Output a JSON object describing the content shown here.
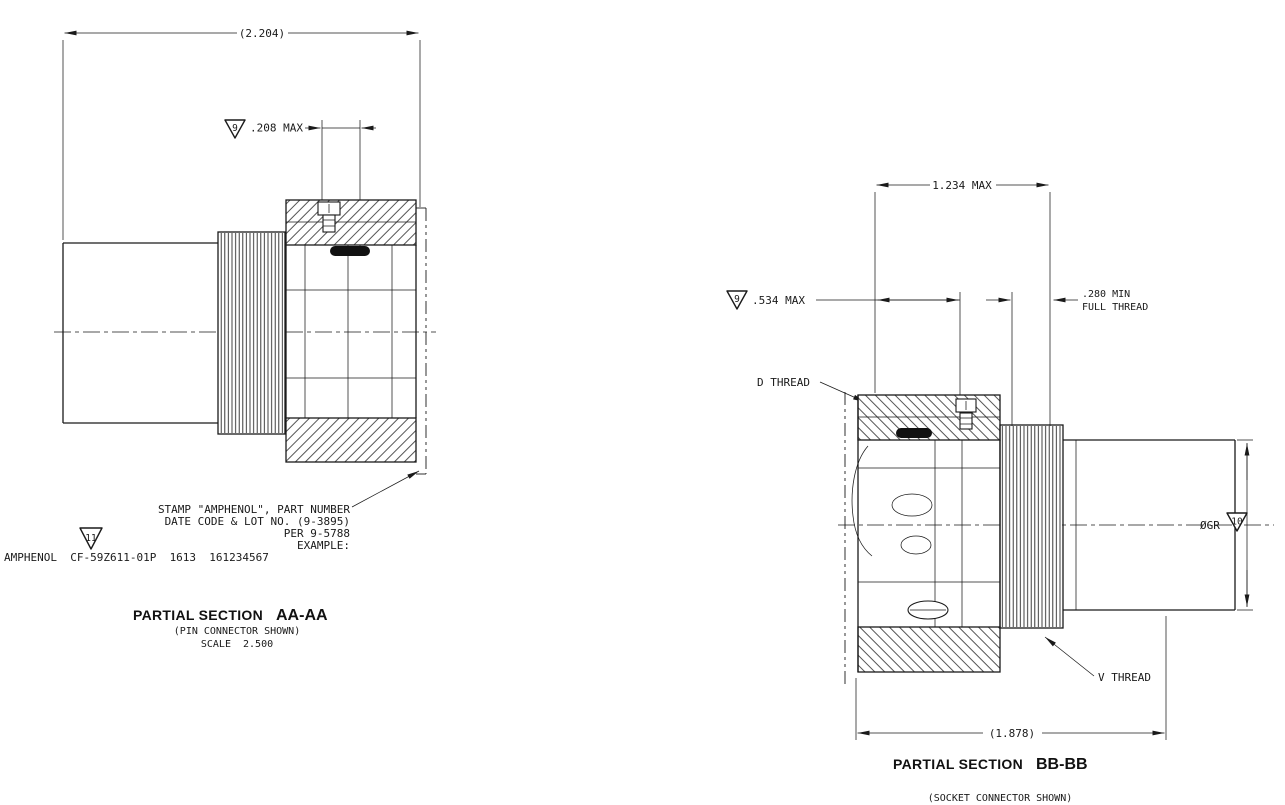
{
  "colors": {
    "line": "#1a1a1a",
    "background": "#ffffff"
  },
  "view_aa": {
    "dim_overall": "(2.204)",
    "flag_9": "9",
    "dim_max_208": ".208 MAX",
    "notes": {
      "line1": "STAMP \"AMPHENOL\", PART NUMBER",
      "line2": "DATE CODE & LOT NO. (9-3895)",
      "line3": "PER 9-5788",
      "line4": "EXAMPLE:",
      "line5": "AMPHENOL  CF-59Z611-01P  1613  161234567"
    },
    "flag_11": "11",
    "title": "PARTIAL SECTION",
    "section_id": "AA-AA",
    "subtitle": "(PIN CONNECTOR SHOWN)",
    "scale": "SCALE  2.500"
  },
  "view_bb": {
    "dim_max_1234": "1.234 MAX",
    "flag_9": "9",
    "dim_max_534": ".534 MAX",
    "dim_280_line1": ".280 MIN",
    "dim_280_line2": "FULL THREAD",
    "label_d_thread": "D THREAD",
    "label_diameter": "ØGR",
    "flag_10": "10",
    "label_v_thread": "V THREAD",
    "dim_overall": "(1.878)",
    "title": "PARTIAL SECTION",
    "section_id": "BB-BB",
    "subtitle": "(SOCKET CONNECTOR SHOWN)"
  }
}
